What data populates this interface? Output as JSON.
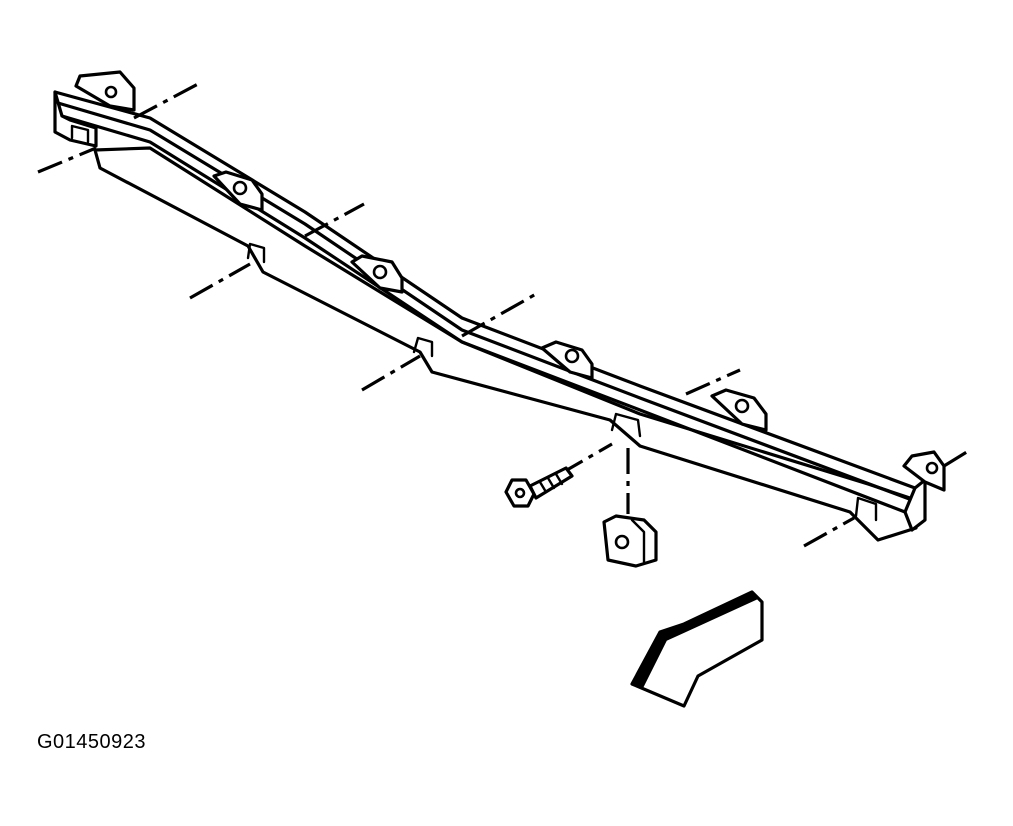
{
  "figure": {
    "reference_code": "G01450923",
    "parts": [
      {
        "name": "grille-support-bar"
      },
      {
        "name": "bolt"
      },
      {
        "name": "clip-nut"
      },
      {
        "name": "front-direction-arrow"
      }
    ],
    "stroke_color": "#000000",
    "background_color": "#ffffff"
  }
}
